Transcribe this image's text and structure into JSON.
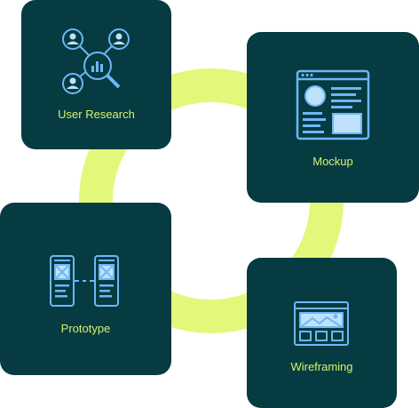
{
  "colors": {
    "card_bg": "#053b41",
    "ring": "#e3f87a",
    "label": "#d7f26a",
    "icon_blue": "#6fb6f6",
    "icon_fill": "#bfe1fb"
  },
  "steps": [
    {
      "label": "User Research",
      "icon": "user-research-icon"
    },
    {
      "label": "Mockup",
      "icon": "mockup-icon"
    },
    {
      "label": "Prototype",
      "icon": "prototype-icon"
    },
    {
      "label": "Wireframing",
      "icon": "wireframing-icon"
    }
  ]
}
